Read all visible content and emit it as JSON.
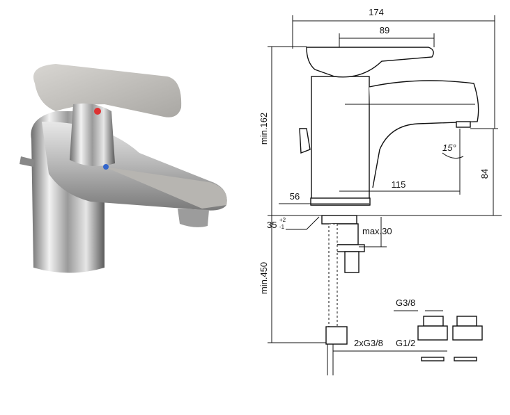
{
  "product_photo": {
    "description_icon": "faucet-photo"
  },
  "drawing": {
    "width_total": "174",
    "lever_width": "89",
    "height_min": "min.162",
    "spout_height": "84",
    "spout_reach": "115",
    "body_diameter": "56",
    "spout_angle": "15°",
    "hole_diameter": "35",
    "hole_tol_plus": "+2",
    "hole_tol_minus": "-1",
    "deck_thickness": "max.30",
    "hose_length": "min.450",
    "hose_connection": "2xG3/8",
    "adapter_top": "G3/8",
    "adapter_bottom": "G1/2"
  }
}
